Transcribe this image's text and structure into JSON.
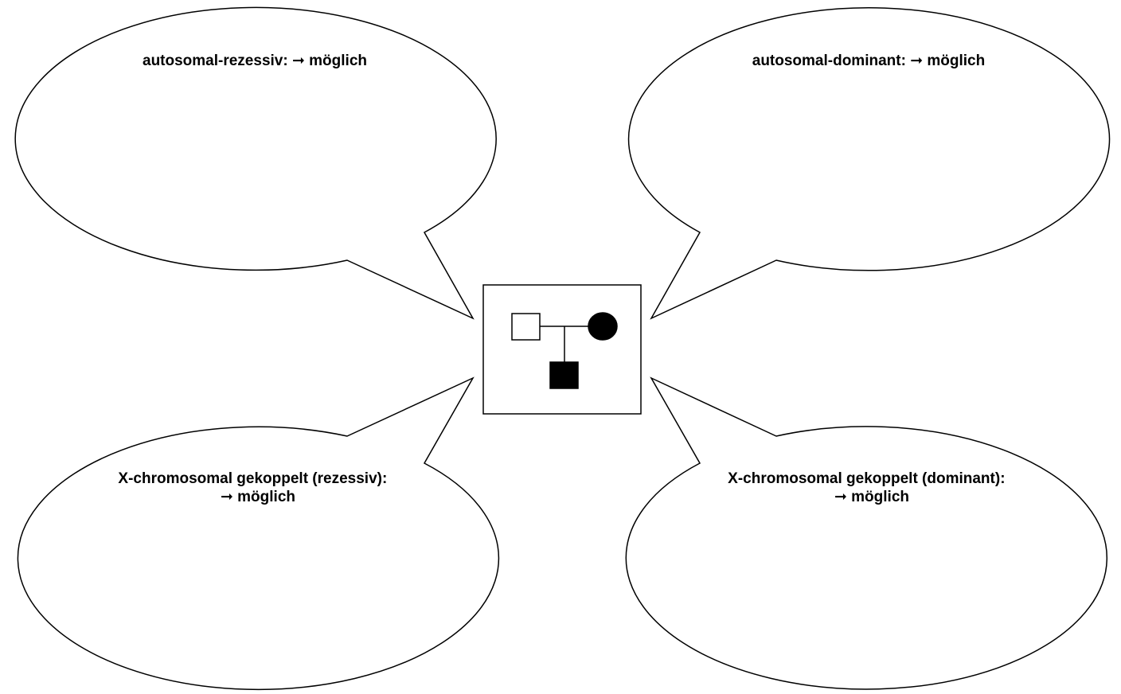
{
  "bubbles": {
    "top_left": {
      "lines": [
        "autosomal-rezessiv: ➞ möglich"
      ]
    },
    "top_right": {
      "lines": [
        "autosomal-dominant: ➞ möglich"
      ]
    },
    "bottom_left": {
      "lines": [
        "X-chromosomal gekoppelt (rezessiv):",
        "➞ möglich"
      ]
    },
    "bottom_right": {
      "lines": [
        "X-chromosomal gekoppelt (dominant):",
        "➞ möglich"
      ]
    }
  },
  "pedigree": {
    "father": {
      "sex": "male",
      "affected": false
    },
    "mother": {
      "sex": "female",
      "affected": true
    },
    "child": {
      "sex": "male",
      "affected": true
    }
  },
  "colors": {
    "stroke": "#000000",
    "affected_fill": "#000000",
    "unaffected_fill": "#ffffff"
  }
}
